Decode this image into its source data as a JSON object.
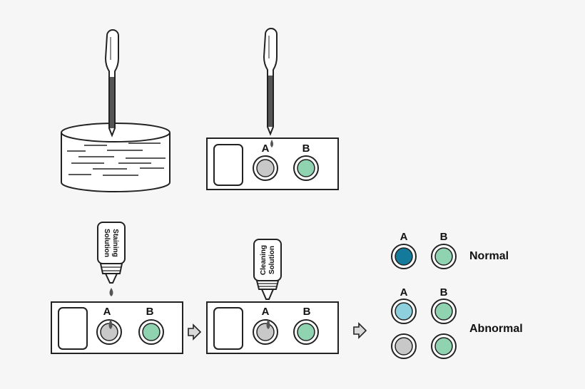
{
  "colors": {
    "background": "#f6f6f6",
    "outline": "#222222",
    "liquid": "#555555",
    "well_grey": "#c8c8c8",
    "well_green": "#8fd3b0",
    "well_normal_a": "#137a9c",
    "well_abnormal_a": "#8fd0df",
    "arrow_fill": "#d9d9d9"
  },
  "step1": {
    "icon": "pipette-in-beaker-icon"
  },
  "step2": {
    "well_a": "A",
    "well_b": "B"
  },
  "step3": {
    "bottle_label": [
      "Staining",
      "Solution"
    ],
    "well_a": "A",
    "well_b": "B"
  },
  "step4": {
    "bottle_label": [
      "Cleaning",
      "Solution"
    ],
    "well_a": "A",
    "well_b": "B"
  },
  "results": {
    "normal": {
      "label": "Normal",
      "well_a": "A",
      "well_b": "B"
    },
    "abnormal": {
      "label": "Abnormal",
      "well_a": "A",
      "well_b": "B"
    }
  }
}
